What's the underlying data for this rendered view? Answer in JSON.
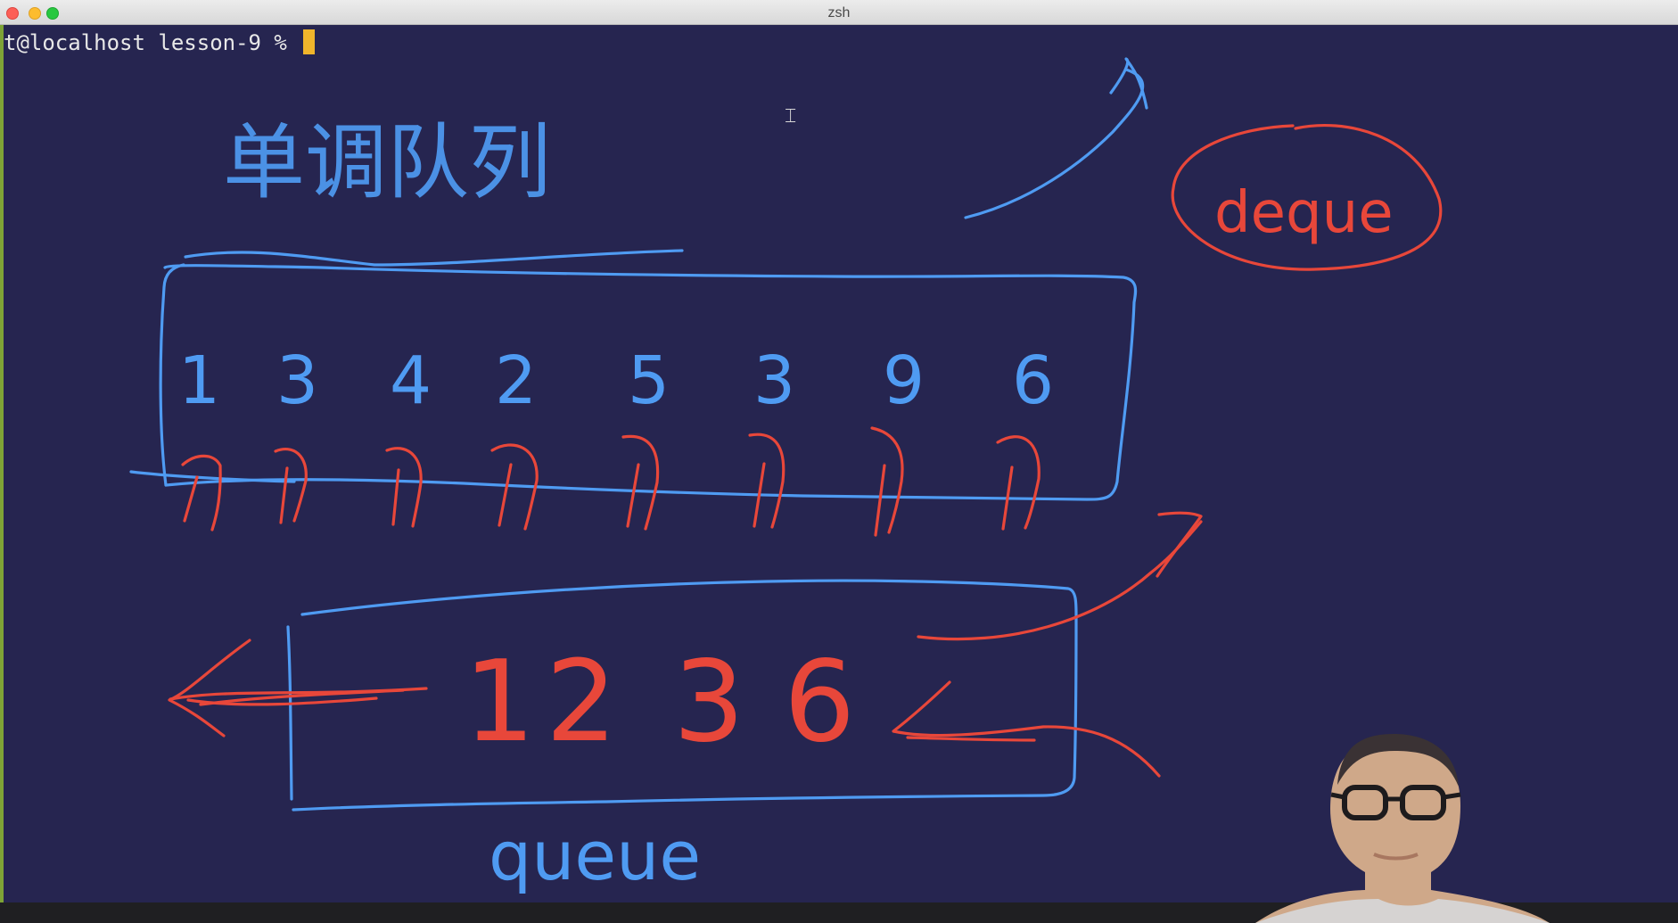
{
  "window": {
    "title": "zsh"
  },
  "terminal": {
    "prompt": "t@localhost lesson-9 % "
  },
  "annotations": {
    "heading": "单调队列",
    "top_array": [
      "1",
      "3",
      "4",
      "2",
      "5",
      "3",
      "9",
      "6"
    ],
    "deque_label": "deque",
    "queue_values": [
      "1",
      "2",
      "3",
      "6"
    ],
    "queue_label": "queue"
  },
  "colors": {
    "background": "#262550",
    "blue_ink": "#4f9bf2",
    "red_ink": "#e8473a",
    "cursor": "#f0b52b"
  }
}
